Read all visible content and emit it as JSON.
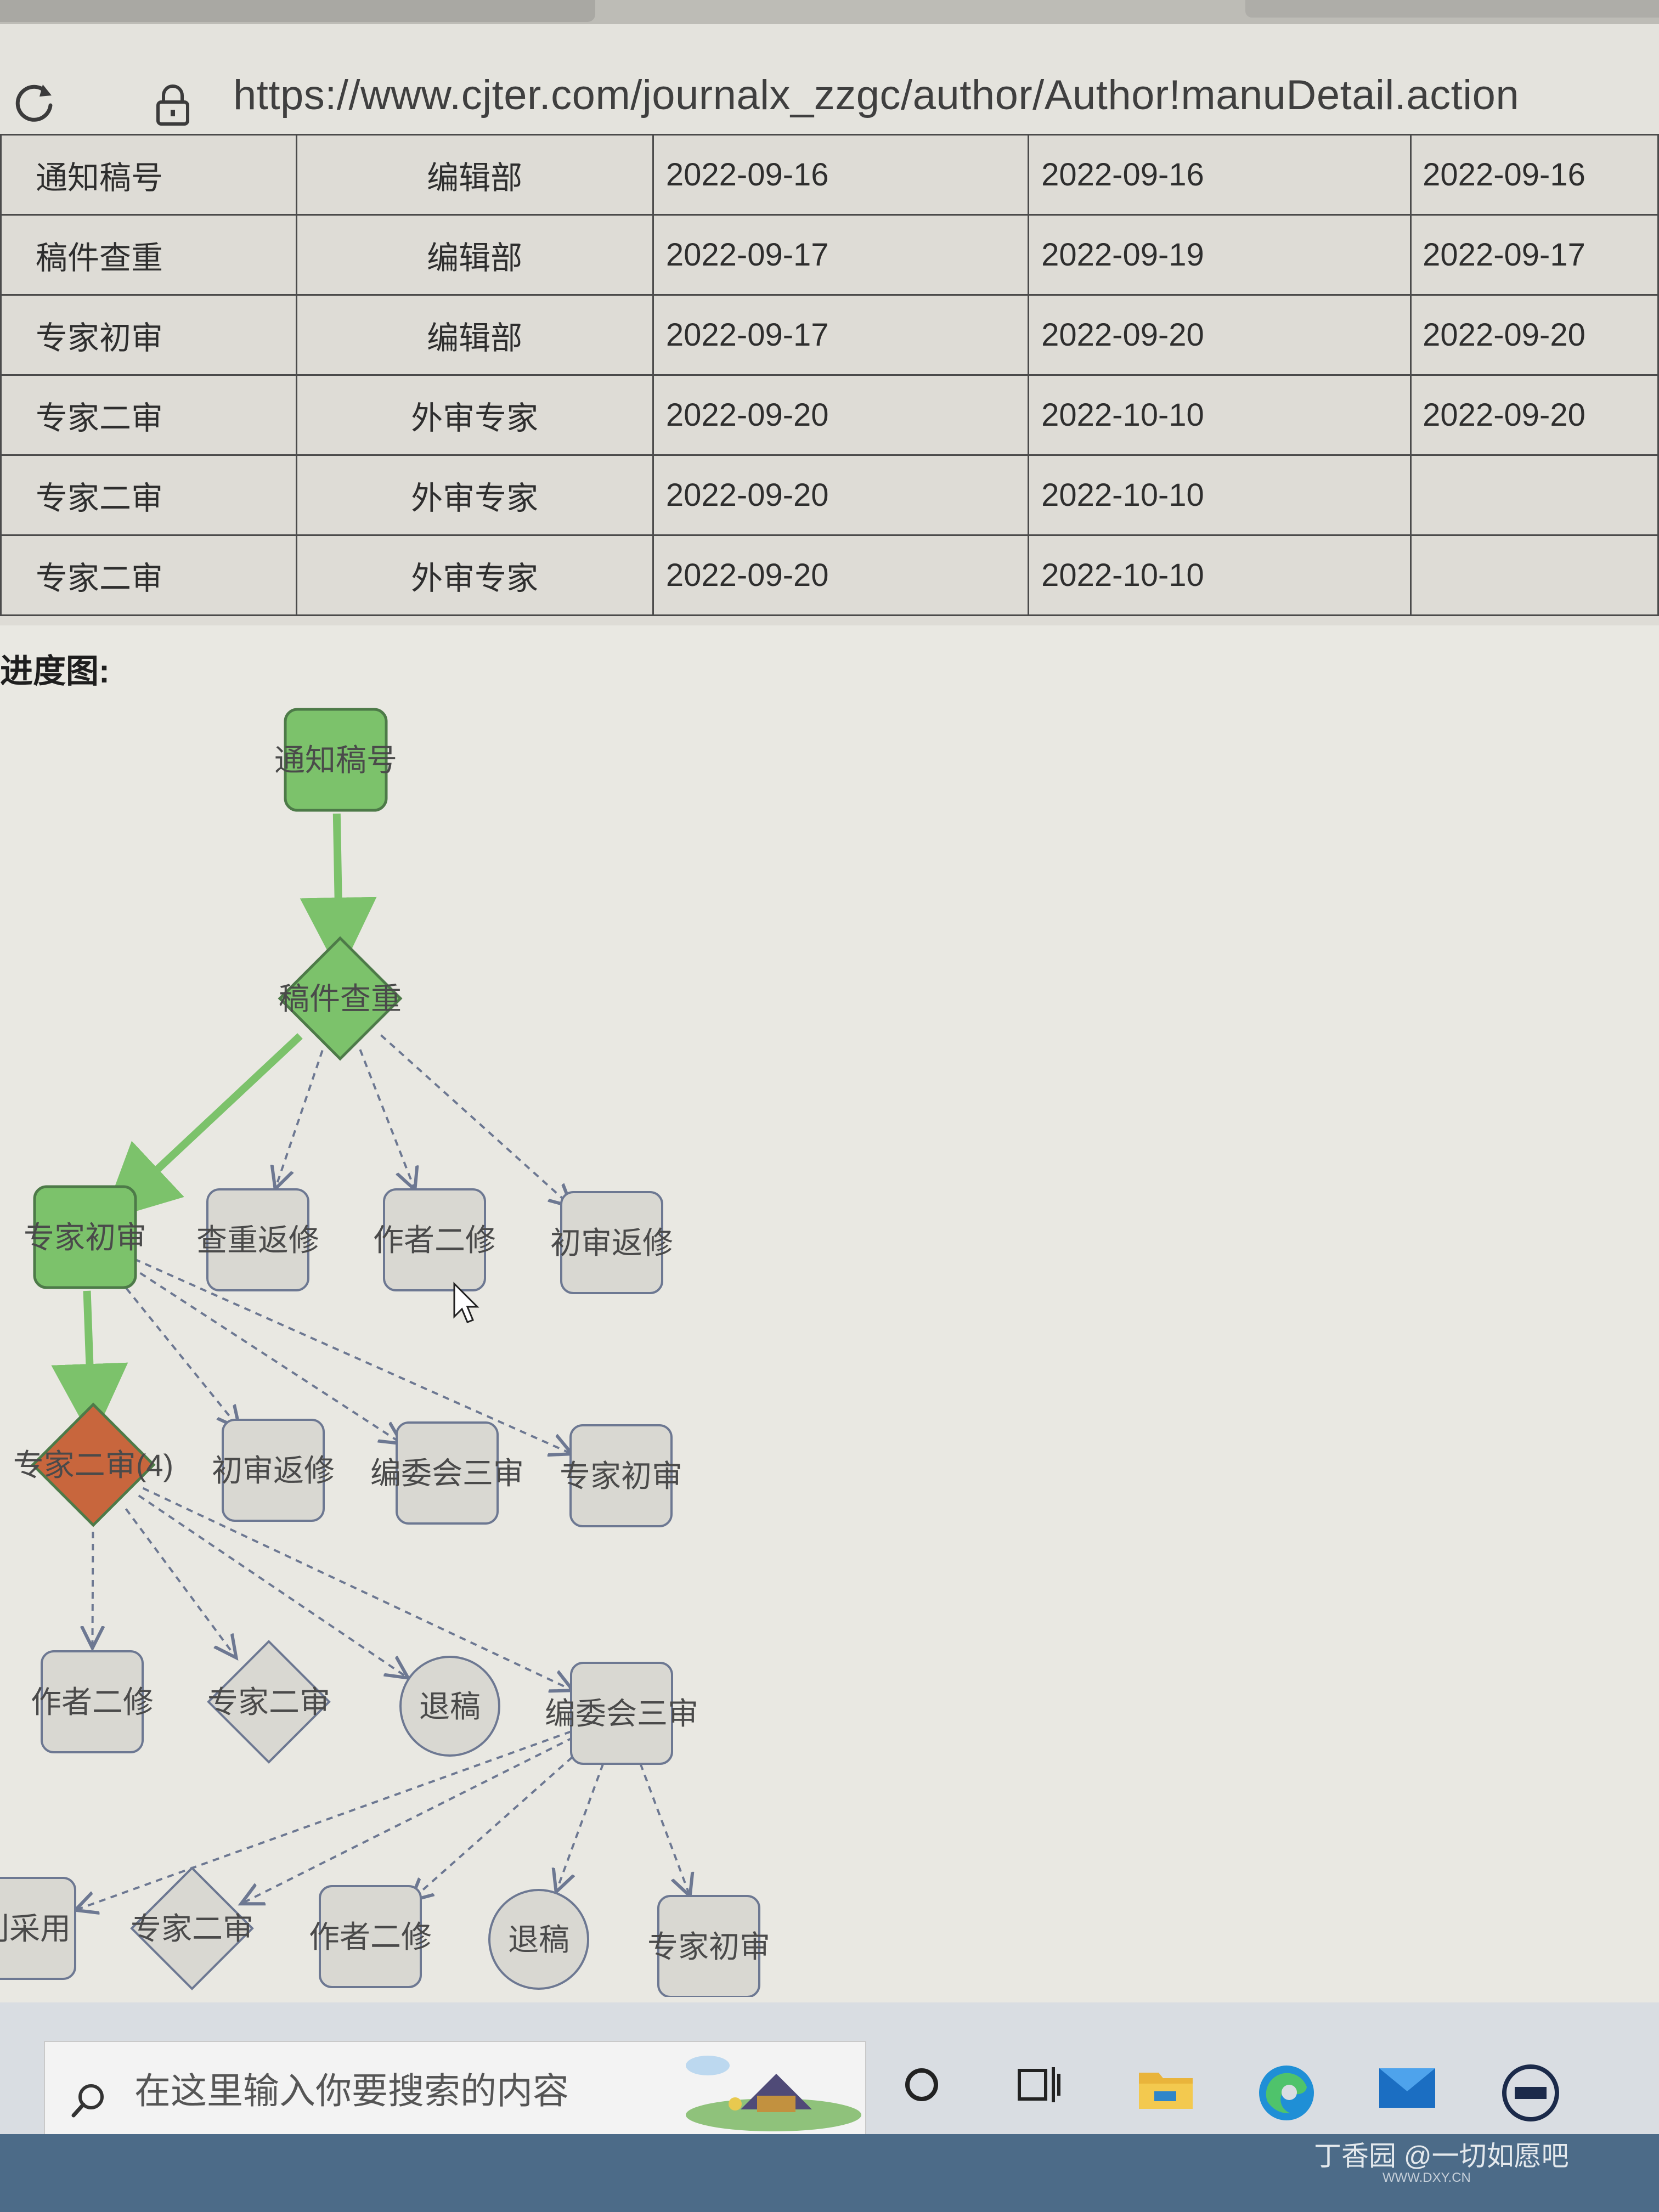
{
  "browser": {
    "url": "https://www.cjter.com/journalx_zzgc/author/Author!manuDetail.action"
  },
  "table": {
    "rows": [
      [
        "通知稿号",
        "编辑部",
        "2022-09-16",
        "2022-09-16",
        "2022-09-16"
      ],
      [
        "稿件查重",
        "编辑部",
        "2022-09-17",
        "2022-09-19",
        "2022-09-17"
      ],
      [
        "专家初审",
        "编辑部",
        "2022-09-17",
        "2022-09-20",
        "2022-09-20"
      ],
      [
        "专家二审",
        "外审专家",
        "2022-09-20",
        "2022-10-10",
        "2022-09-20"
      ],
      [
        "专家二审",
        "外审专家",
        "2022-09-20",
        "2022-10-10",
        ""
      ],
      [
        "专家二审",
        "外审专家",
        "2022-09-20",
        "2022-10-10",
        ""
      ]
    ]
  },
  "progress": {
    "label": "进度图:"
  },
  "flow": {
    "nodes": {
      "notify": "通知稿号",
      "check": "稿件查重",
      "first": "专家初审",
      "check_return": "查重返修",
      "author2_a": "作者二修",
      "first_return_a": "初审返修",
      "second_current": "专家二审(4)",
      "first_return_b": "初审返修",
      "committee3_a": "编委会三审",
      "first_b": "专家初审",
      "author2_b": "作者二修",
      "second_b": "专家二审",
      "reject_a": "退稿",
      "committee3_b": "编委会三审",
      "accept": "刊采用",
      "second_c": "专家二审",
      "author2_c": "作者二修",
      "reject_b": "退稿",
      "first_c": "专家初审"
    },
    "colors": {
      "done": "#7cc26b",
      "current": "#c8663d",
      "pending": "#d9d8d2",
      "done_arrow": "#7cc26b",
      "pending_arrow": "#6d7892"
    }
  },
  "taskbar": {
    "search_placeholder": "在这里输入你要搜索的内容",
    "icons": [
      "cortana-circle-icon",
      "task-view-icon",
      "file-explorer-icon",
      "edge-browser-icon",
      "mail-icon",
      "dell-icon"
    ]
  },
  "watermark": {
    "text": "丁香园 @一切如愿吧",
    "sub": "WWW.DXY.CN"
  }
}
